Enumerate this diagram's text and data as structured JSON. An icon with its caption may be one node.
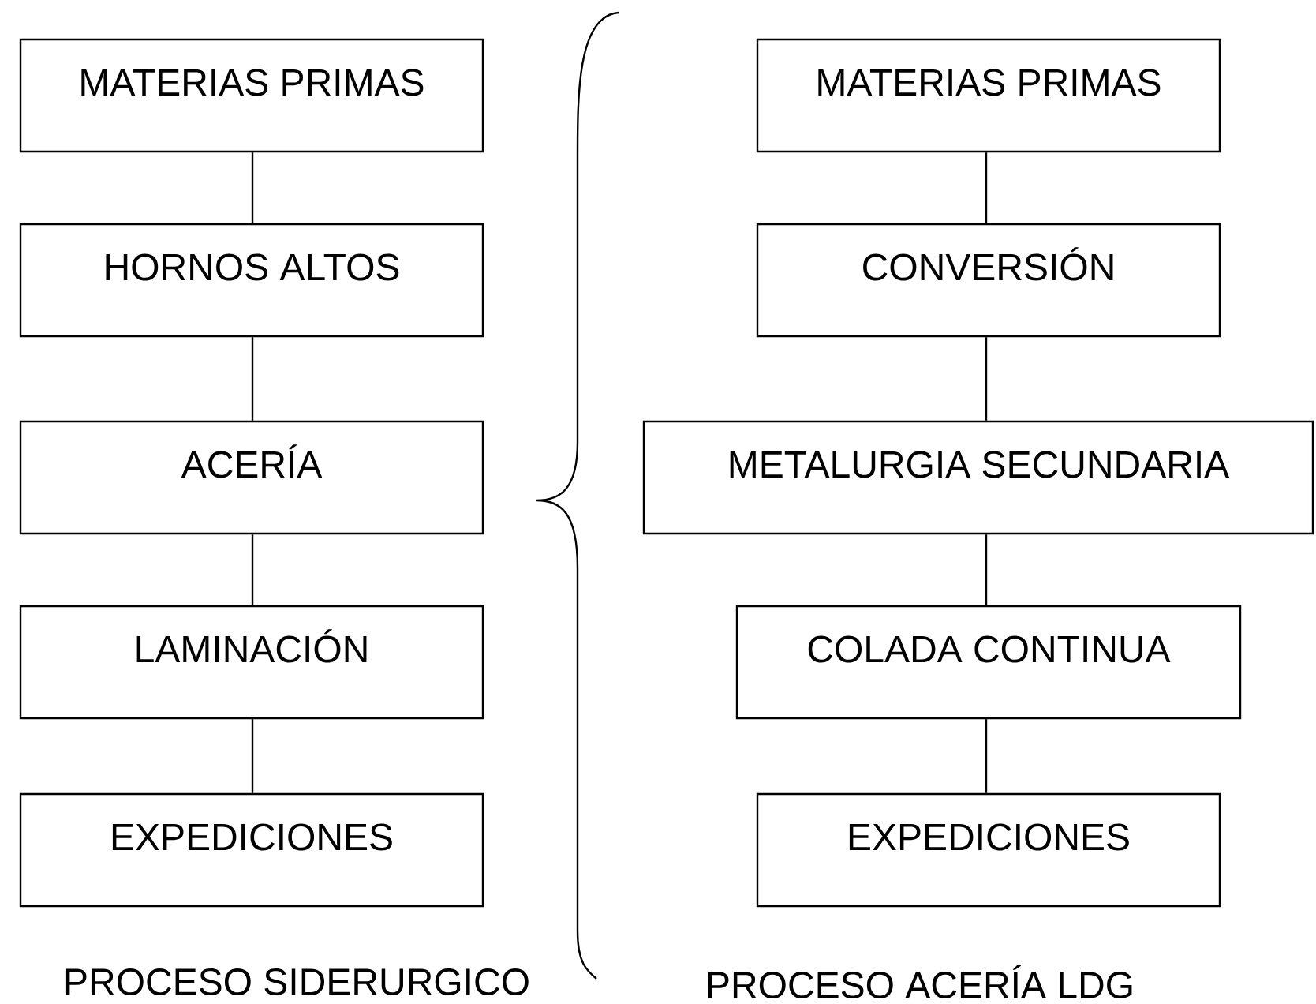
{
  "diagram": {
    "nodes": [
      {
        "text": [
          "MATERIAS PRIMAS"
        ]
      },
      {
        "text": [
          "HORNOS ALTOS"
        ]
      },
      {
        "text": [
          "ACERÍA"
        ]
      },
      {
        "text": [
          "LAMINACIÓN"
        ]
      },
      {
        "text": [
          "EXPEDICIONES"
        ]
      },
      {
        "text": [
          "MATERIAS PRIMAS"
        ]
      },
      {
        "text": [
          "CONVERSIÓN"
        ]
      },
      {
        "text": [
          "METALURGIA SECUNDARIA"
        ]
      },
      {
        "text": [
          "COLADA CONTINUA"
        ]
      },
      {
        "text": [
          "EXPEDICIONES"
        ]
      }
    ],
    "edges": [
      {
        "from": 0,
        "to": 1,
        "arrow": "none"
      },
      {
        "from": 1,
        "to": 2,
        "arrow": "none"
      },
      {
        "from": 2,
        "to": 3,
        "arrow": "none"
      },
      {
        "from": 3,
        "to": 4,
        "arrow": "none"
      },
      {
        "from": 5,
        "to": 6,
        "arrow": "none"
      },
      {
        "from": 6,
        "to": 7,
        "arrow": "none"
      },
      {
        "from": 7,
        "to": 8,
        "arrow": "none"
      },
      {
        "from": 8,
        "to": 9,
        "arrow": "none"
      }
    ],
    "labels": [
      "PROCESO SIDERURGICO",
      "PROCESO ACERÍA LDG"
    ]
  }
}
